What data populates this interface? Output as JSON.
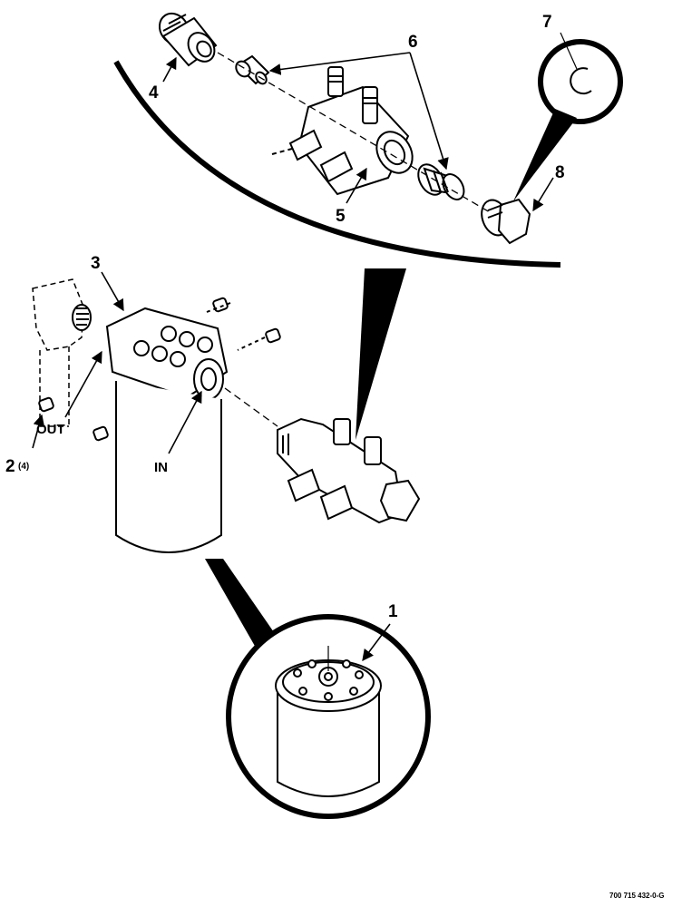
{
  "diagram": {
    "callouts": {
      "c1": "1",
      "c2": "2",
      "c2_qty": "(4)",
      "c3": "3",
      "c4": "4",
      "c5": "5",
      "c6": "6",
      "c7": "7",
      "c8": "8"
    },
    "port_labels": {
      "out": "OUT",
      "in": "IN"
    },
    "drawing_number": "700 715 432-0-G"
  }
}
